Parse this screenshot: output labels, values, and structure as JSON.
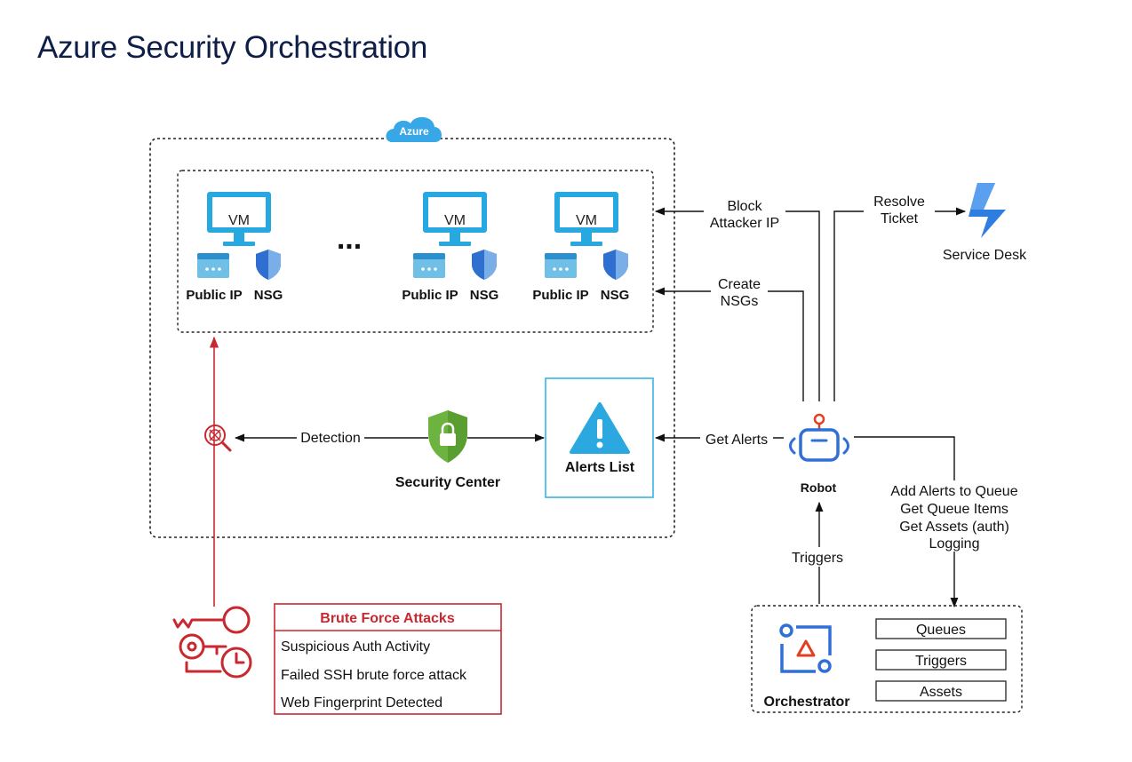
{
  "title": "Azure Security Orchestration",
  "azure": {
    "cloud_label": "Azure"
  },
  "vms": [
    {
      "vm_label": "VM",
      "ip_label": "Public IP",
      "nsg_label": "NSG"
    },
    {
      "vm_label": "VM",
      "ip_label": "Public IP",
      "nsg_label": "NSG"
    },
    {
      "vm_label": "VM",
      "ip_label": "Public IP",
      "nsg_label": "NSG"
    }
  ],
  "ellipsis": "...",
  "flows": {
    "block_attacker": [
      "Block",
      "Attacker IP"
    ],
    "create_nsgs": [
      "Create",
      "NSGs"
    ],
    "resolve_ticket": [
      "Resolve",
      "Ticket"
    ],
    "get_alerts": "Get Alerts",
    "detection": "Detection",
    "triggers": "Triggers",
    "robot_tasks": [
      "Add Alerts to Queue",
      "Get Queue Items",
      "Get Assets (auth)",
      "Logging"
    ]
  },
  "nodes": {
    "service_desk": "Service Desk",
    "security_center": "Security Center",
    "alerts_list": "Alerts List",
    "robot": "Robot",
    "orchestrator": "Orchestrator"
  },
  "orchestrator_items": [
    "Queues",
    "Triggers",
    "Assets"
  ],
  "brute_force": {
    "title": "Brute Force Attacks",
    "items": [
      "Suspicious Auth Activity",
      "Failed SSH brute force attack",
      "Web Fingerprint Detected"
    ]
  },
  "colors": {
    "title": "#0e1e47",
    "vm_blue": "#28a8e0",
    "attack_red": "#c8282f",
    "robot_blue": "#2f6fd6",
    "security_green": "#6cb33f"
  }
}
